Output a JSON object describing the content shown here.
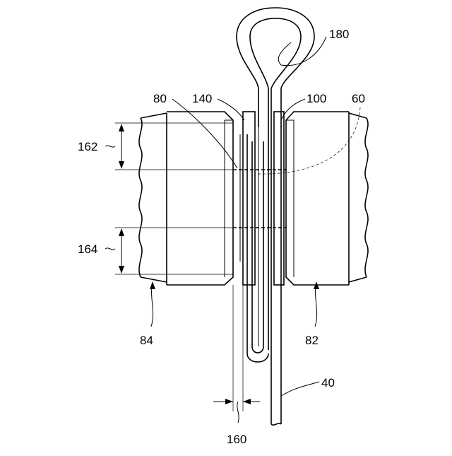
{
  "labels": {
    "upper_height": "162",
    "lower_height": "164",
    "left_member": "84",
    "right_member": "82",
    "gap_width": "160",
    "strip": "40",
    "left_face": "80",
    "left_plate": "140",
    "right_plate": "100",
    "weld_region": "60",
    "loop": "180"
  }
}
